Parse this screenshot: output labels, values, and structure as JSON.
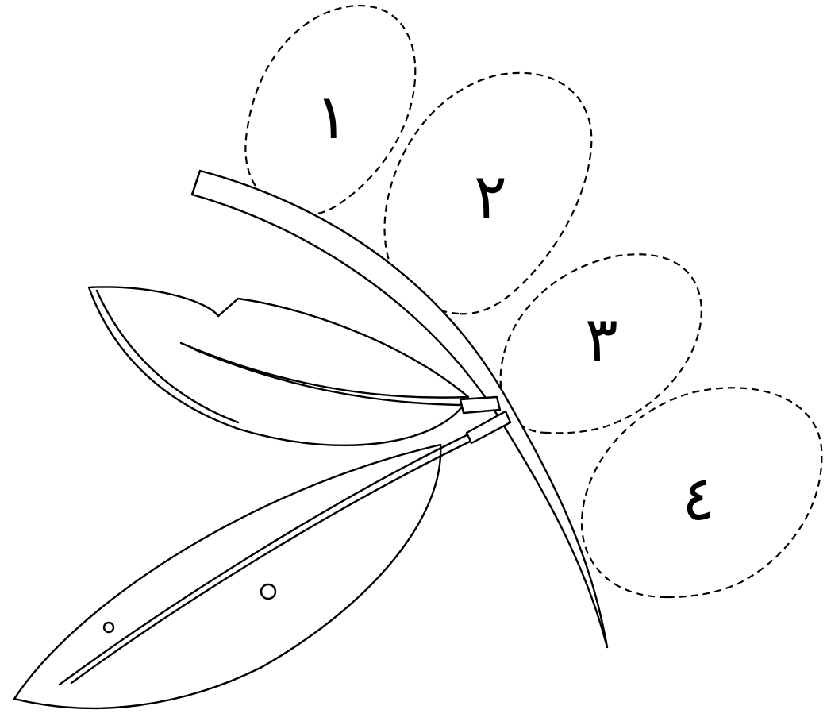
{
  "figure": {
    "slots": [
      {
        "label": "١"
      },
      {
        "label": "٢"
      },
      {
        "label": "٣"
      },
      {
        "label": "٤"
      }
    ],
    "stroke_color": "#000000",
    "background_color": "#ffffff"
  }
}
